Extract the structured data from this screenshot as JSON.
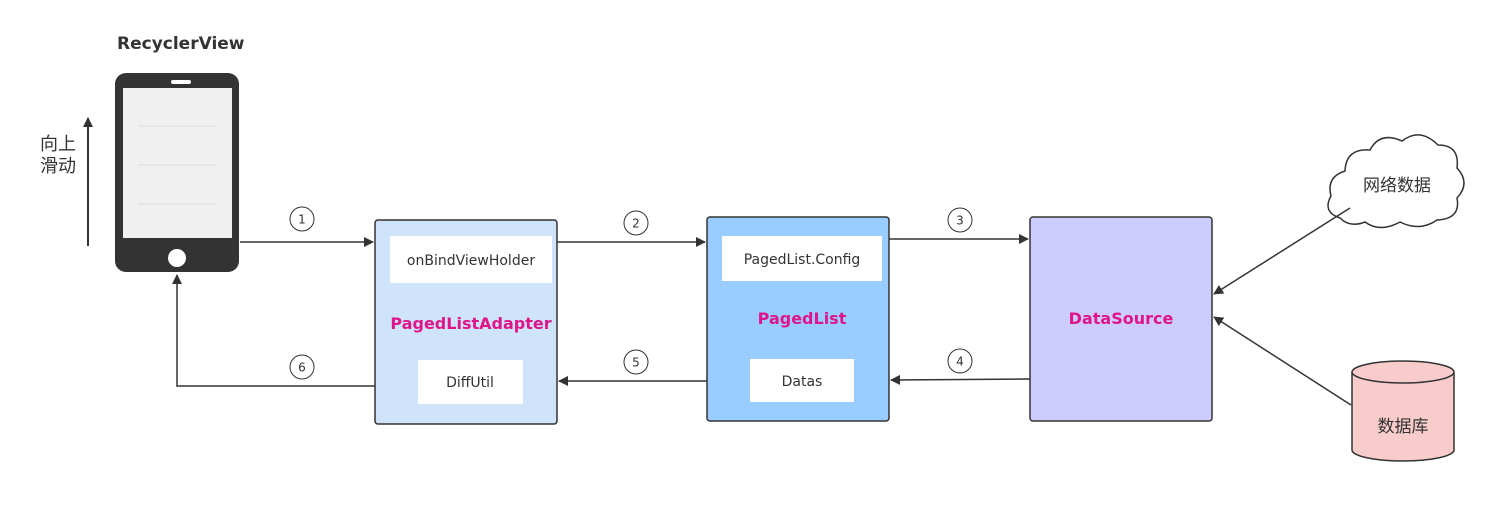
{
  "device": {
    "title": "RecyclerView"
  },
  "scroll_label": "向上滑动",
  "adapter": {
    "method": "onBindViewHolder",
    "name": "PagedListAdapter",
    "util": "DiffUtil"
  },
  "pagedlist": {
    "config": "PagedList.Config",
    "name": "PagedList",
    "datas": "Datas"
  },
  "datasource": {
    "name": "DataSource"
  },
  "network": {
    "label": "网络数据"
  },
  "database": {
    "label": "数据库"
  },
  "steps": [
    "1",
    "2",
    "3",
    "4",
    "5",
    "6"
  ],
  "colors": {
    "adapter_fill": "#cfe3fb",
    "pagedlist_fill": "#99ccff",
    "datasource_fill": "#ccccff",
    "db_fill": "#f9cccc",
    "accent": "#e0158a",
    "phone": "#333333"
  }
}
